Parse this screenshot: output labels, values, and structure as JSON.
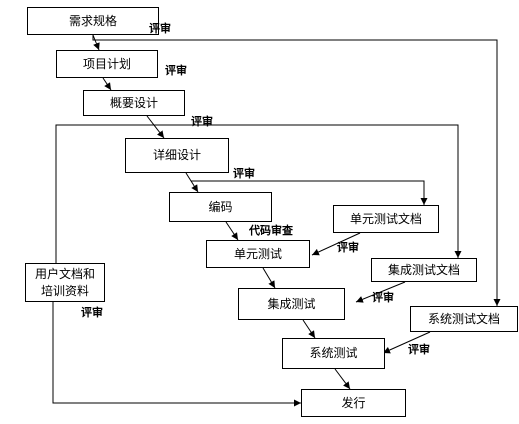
{
  "diagram": {
    "boxes": {
      "req": "需求规格",
      "plan": "项目计划",
      "outline": "概要设计",
      "detail": "详细设计",
      "code": "编码",
      "unit_doc": "单元测试文档",
      "unit_test": "单元测试",
      "integ_doc": "集成测试文档",
      "integ_test": "集成测试",
      "sys_doc": "系统测试文档",
      "sys_test": "系统测试",
      "user_doc_line1": "用户文档和",
      "user_doc_line2": "培训资料",
      "release": "发行"
    },
    "labels": {
      "review1": "评审",
      "review2": "评审",
      "review3": "评审",
      "review4": "评审",
      "code_review": "代码审查",
      "review5": "评审",
      "review6": "评审",
      "review7": "评审",
      "review8": "评审"
    }
  }
}
